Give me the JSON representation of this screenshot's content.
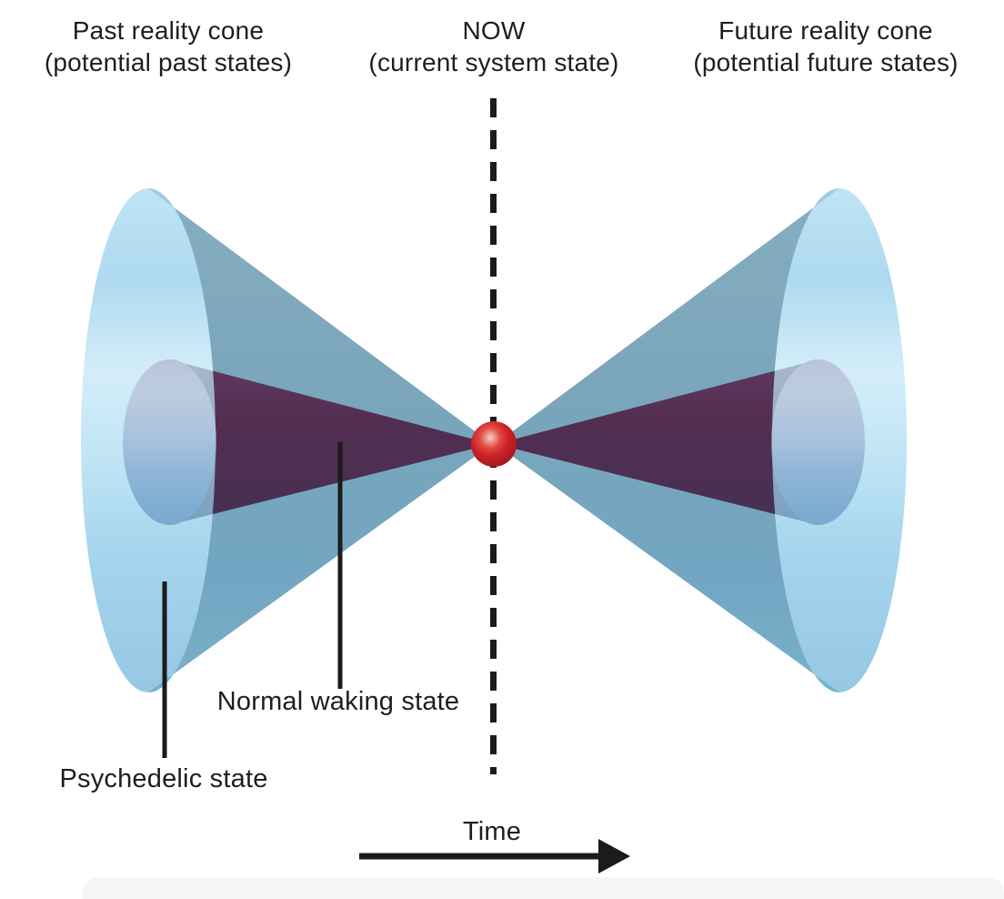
{
  "figure": {
    "title_labels": {
      "past": {
        "line1": "Past reality cone",
        "line2": "(potential past states)"
      },
      "now": {
        "line1": "NOW",
        "line2": "(current system state)"
      },
      "future": {
        "line1": "Future reality cone",
        "line2": "(potential future states)"
      }
    },
    "annotations": {
      "normal_waking": "Normal waking state",
      "psychedelic": "Psychedelic state",
      "time_axis": "Time"
    },
    "colors": {
      "background": "#ffffff",
      "outer_cone_body": "#7fa9bd",
      "outer_cone_face": "#9fd4ee",
      "inner_cone_body": "#532e51",
      "inner_cone_face": "#b57fa0",
      "now_sphere": "#cc2127",
      "line_black": "#1b1b1b"
    }
  }
}
